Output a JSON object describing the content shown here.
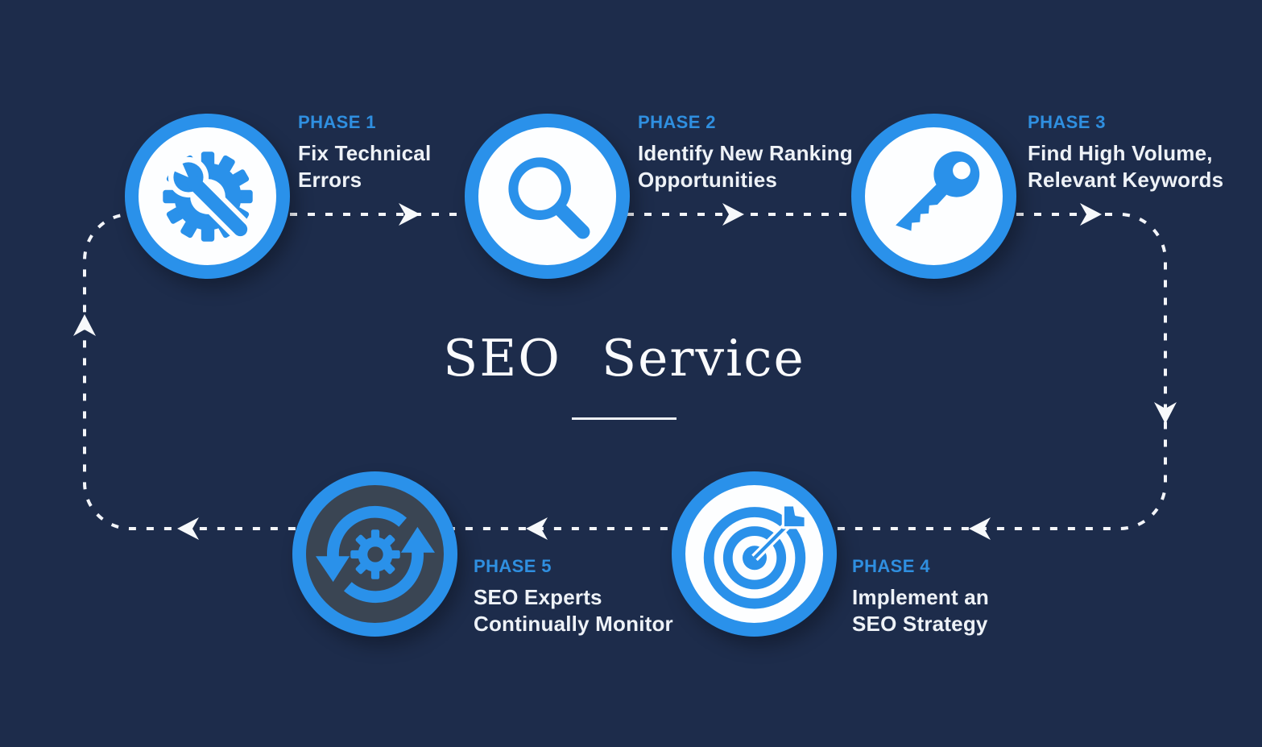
{
  "title": {
    "text": "SEO Service"
  },
  "phases": [
    {
      "label": "PHASE 1",
      "description": "Fix Technical\nErrors",
      "icon": "gear-wrench-icon"
    },
    {
      "label": "PHASE 2",
      "description": "Identify New Ranking\nOpportunities",
      "icon": "magnifier-icon"
    },
    {
      "label": "PHASE 3",
      "description": "Find High Volume,\nRelevant Keywords",
      "icon": "key-icon"
    },
    {
      "label": "PHASE 4",
      "description": "Implement an\nSEO Strategy",
      "icon": "target-dart-icon"
    },
    {
      "label": "PHASE 5",
      "description": "SEO Experts\nContinually Monitor",
      "icon": "sync-gear-icon"
    }
  ],
  "flow": {
    "shape": "dashed-loop",
    "arrowheads": 8,
    "direction": "phase1 > phase2 > phase3 > phase4 > phase5 > phase1"
  },
  "colors": {
    "background": "#1d2c4b",
    "accent_blue": "#2a91ea",
    "phase_label_blue": "#2f8fe0",
    "text_white": "#eef2f7",
    "dash_white": "#f3f5f9",
    "node_fill_white": "#fdfeff",
    "node5_fill_slate": "#3a4553"
  }
}
